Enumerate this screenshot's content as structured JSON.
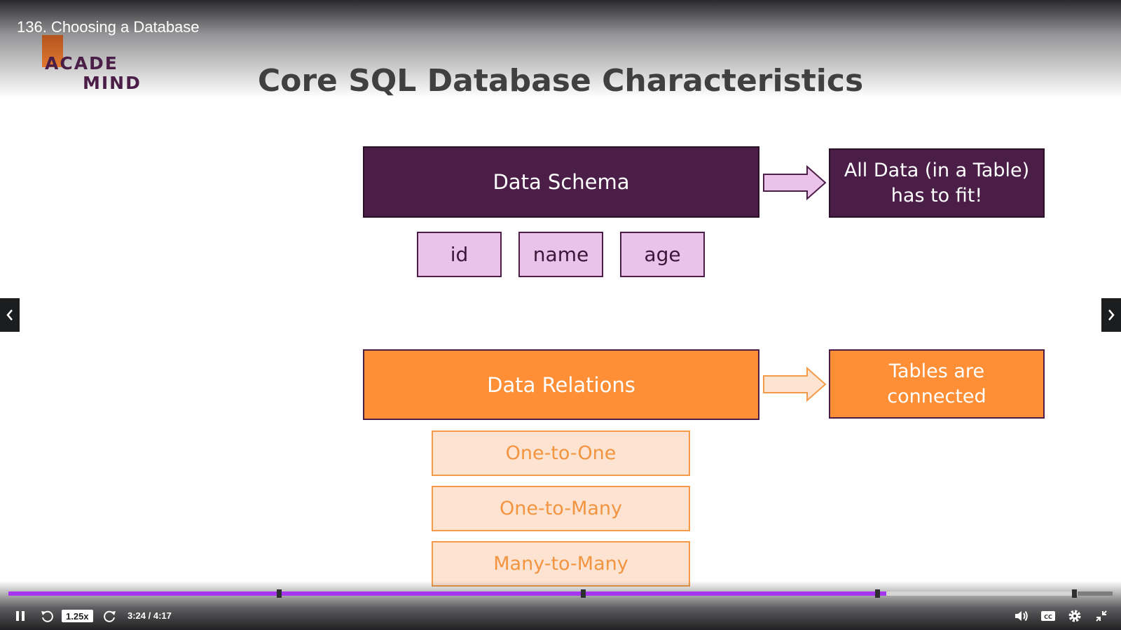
{
  "player": {
    "video_title": "136. Choosing a Database",
    "speed": "1.25x",
    "time": "3:24 / 4:17",
    "progress_fraction": 0.795,
    "buffer_fraction": 0.968,
    "chapter_marker_fractions": [
      0.245,
      0.52,
      0.787,
      0.965
    ],
    "accent_color": "#a435f0"
  },
  "logo": {
    "line1": "ACADE",
    "line2": "MIND"
  },
  "slide": {
    "title": "Core SQL Database Characteristics",
    "schema": {
      "label": "Data Schema",
      "result_line1": "All Data (in a Table)",
      "result_line2": "has to fit!",
      "fields": [
        "id",
        "name",
        "age"
      ],
      "color": "#4b1e48"
    },
    "relations": {
      "label": "Data Relations",
      "result_line1": "Tables are",
      "result_line2": "connected",
      "types": [
        "One-to-One",
        "One-to-Many",
        "Many-to-Many"
      ],
      "color": "#ff8f36"
    }
  },
  "icons": {
    "prev": "chevron-left-icon",
    "next": "chevron-right-icon",
    "pause": "pause-icon",
    "rewind": "rewind-icon",
    "forward": "forward-icon",
    "volume": "volume-icon",
    "captions": "captions-icon",
    "settings": "gear-icon",
    "fullscreen": "exit-fullscreen-icon"
  }
}
